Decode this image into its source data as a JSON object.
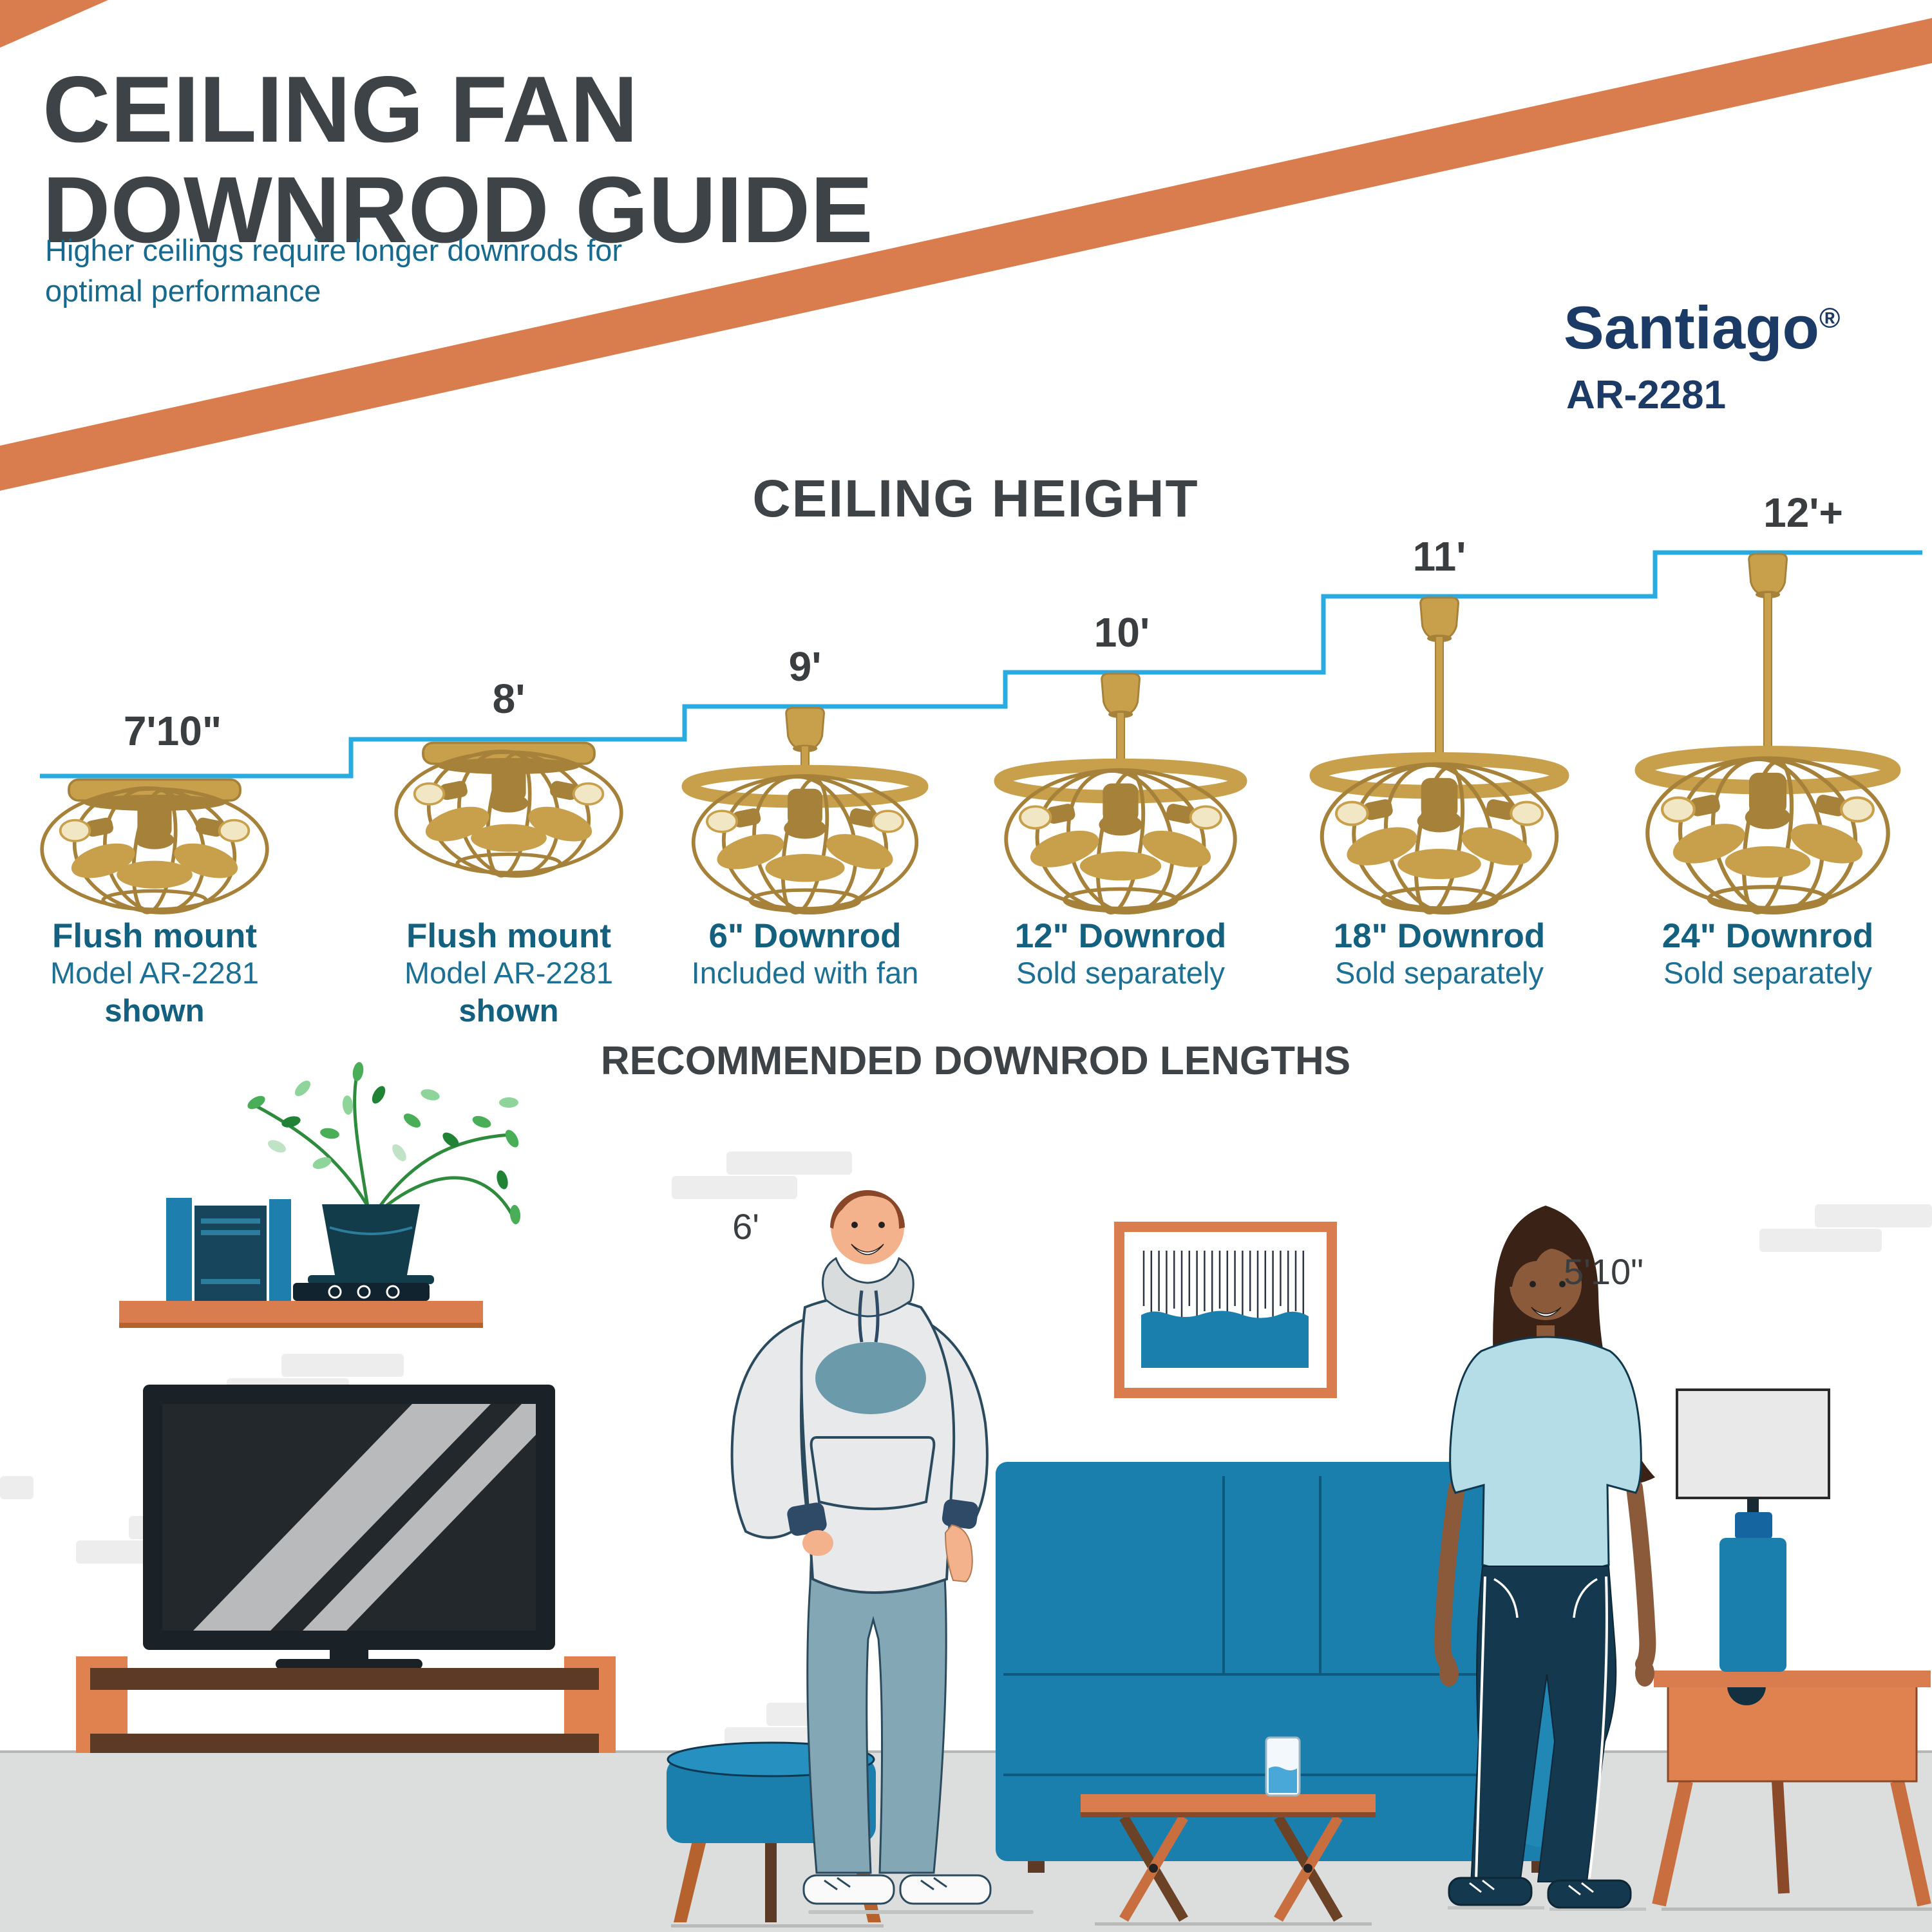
{
  "colors": {
    "accent_orange": "#d97c4e",
    "brand_navy": "#1c3a66",
    "heading_gray": "#3e4347",
    "teal_text": "#176a8e",
    "step_line_blue": "#29abe2",
    "fan_gold": "#c8a04c",
    "couch_teal": "#1a7fad",
    "floor_gray": "#dcdddd"
  },
  "header": {
    "title_line1": "CEILING FAN",
    "title_line2": "DOWNROD GUIDE",
    "subtitle_line1": "Higher ceilings require longer downrods for",
    "subtitle_line2": "optimal performance",
    "brand": "Santiago",
    "brand_mark": "®",
    "model": "AR-2281"
  },
  "ceiling_chart": {
    "heading": "CEILING HEIGHT",
    "footer_heading": "RECOMMENDED DOWNROD LENGTHS",
    "entries": [
      {
        "ceiling_height": "7'10\"",
        "label": "Flush mount",
        "detail": "Model AR-2281",
        "note": "shown"
      },
      {
        "ceiling_height": "8'",
        "label": "Flush mount",
        "detail": "Model AR-2281",
        "note": "shown"
      },
      {
        "ceiling_height": "9'",
        "label": "6\" Downrod",
        "detail": "Included with fan"
      },
      {
        "ceiling_height": "10'",
        "label": "12\" Downrod",
        "detail": "Sold separately"
      },
      {
        "ceiling_height": "11'",
        "label": "18\" Downrod",
        "detail": "Sold separately"
      },
      {
        "ceiling_height": "12'+",
        "label": "24\" Downrod",
        "detail": "Sold separately"
      }
    ]
  },
  "scene": {
    "man_height": "6'",
    "woman_height": "5'10\""
  }
}
